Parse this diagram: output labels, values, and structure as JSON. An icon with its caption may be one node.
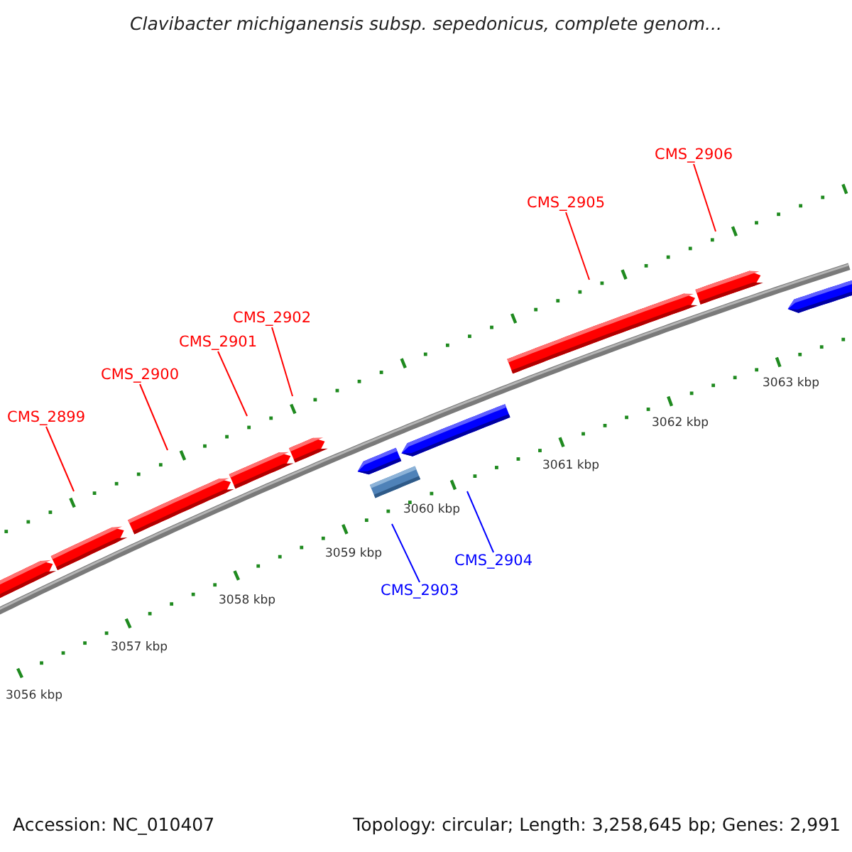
{
  "diagram": {
    "title": "Clavibacter michiganensis subsp. sepedonicus, complete genom...",
    "nodes": [
      {
        "text": [
          "CMS_2899"
        ]
      },
      {
        "text": [
          "CMS_2900"
        ]
      },
      {
        "text": [
          "CMS_2901"
        ]
      },
      {
        "text": [
          "CMS_2902"
        ]
      },
      {
        "text": [
          "CMS_2903"
        ]
      },
      {
        "text": [
          "CMS_2904"
        ]
      },
      {
        "text": [
          "CMS_2905"
        ]
      },
      {
        "text": [
          "CMS_2906"
        ]
      }
    ],
    "edges": [
      {
        "from": 0,
        "to": null,
        "arrow": "none"
      },
      {
        "from": 1,
        "to": null,
        "arrow": "none"
      },
      {
        "from": 2,
        "to": null,
        "arrow": "none"
      },
      {
        "from": 3,
        "to": null,
        "arrow": "none"
      },
      {
        "from": 4,
        "to": null,
        "arrow": "none",
        "color": "#0000ff"
      },
      {
        "from": 5,
        "to": null,
        "arrow": "none",
        "color": "#0000ff"
      },
      {
        "from": 6,
        "to": null,
        "arrow": "none"
      },
      {
        "from": 7,
        "to": null,
        "arrow": "none"
      }
    ],
    "labels": [
      "3056 kbp",
      "3057 kbp",
      "3058 kbp",
      "3059 kbp",
      "3060 kbp",
      "3061 kbp",
      "3062 kbp",
      "3063 kbp",
      "Accession: NC_010407",
      "Topology: circular; Length: 3,258,645 bp; Genes: 2,991"
    ]
  }
}
